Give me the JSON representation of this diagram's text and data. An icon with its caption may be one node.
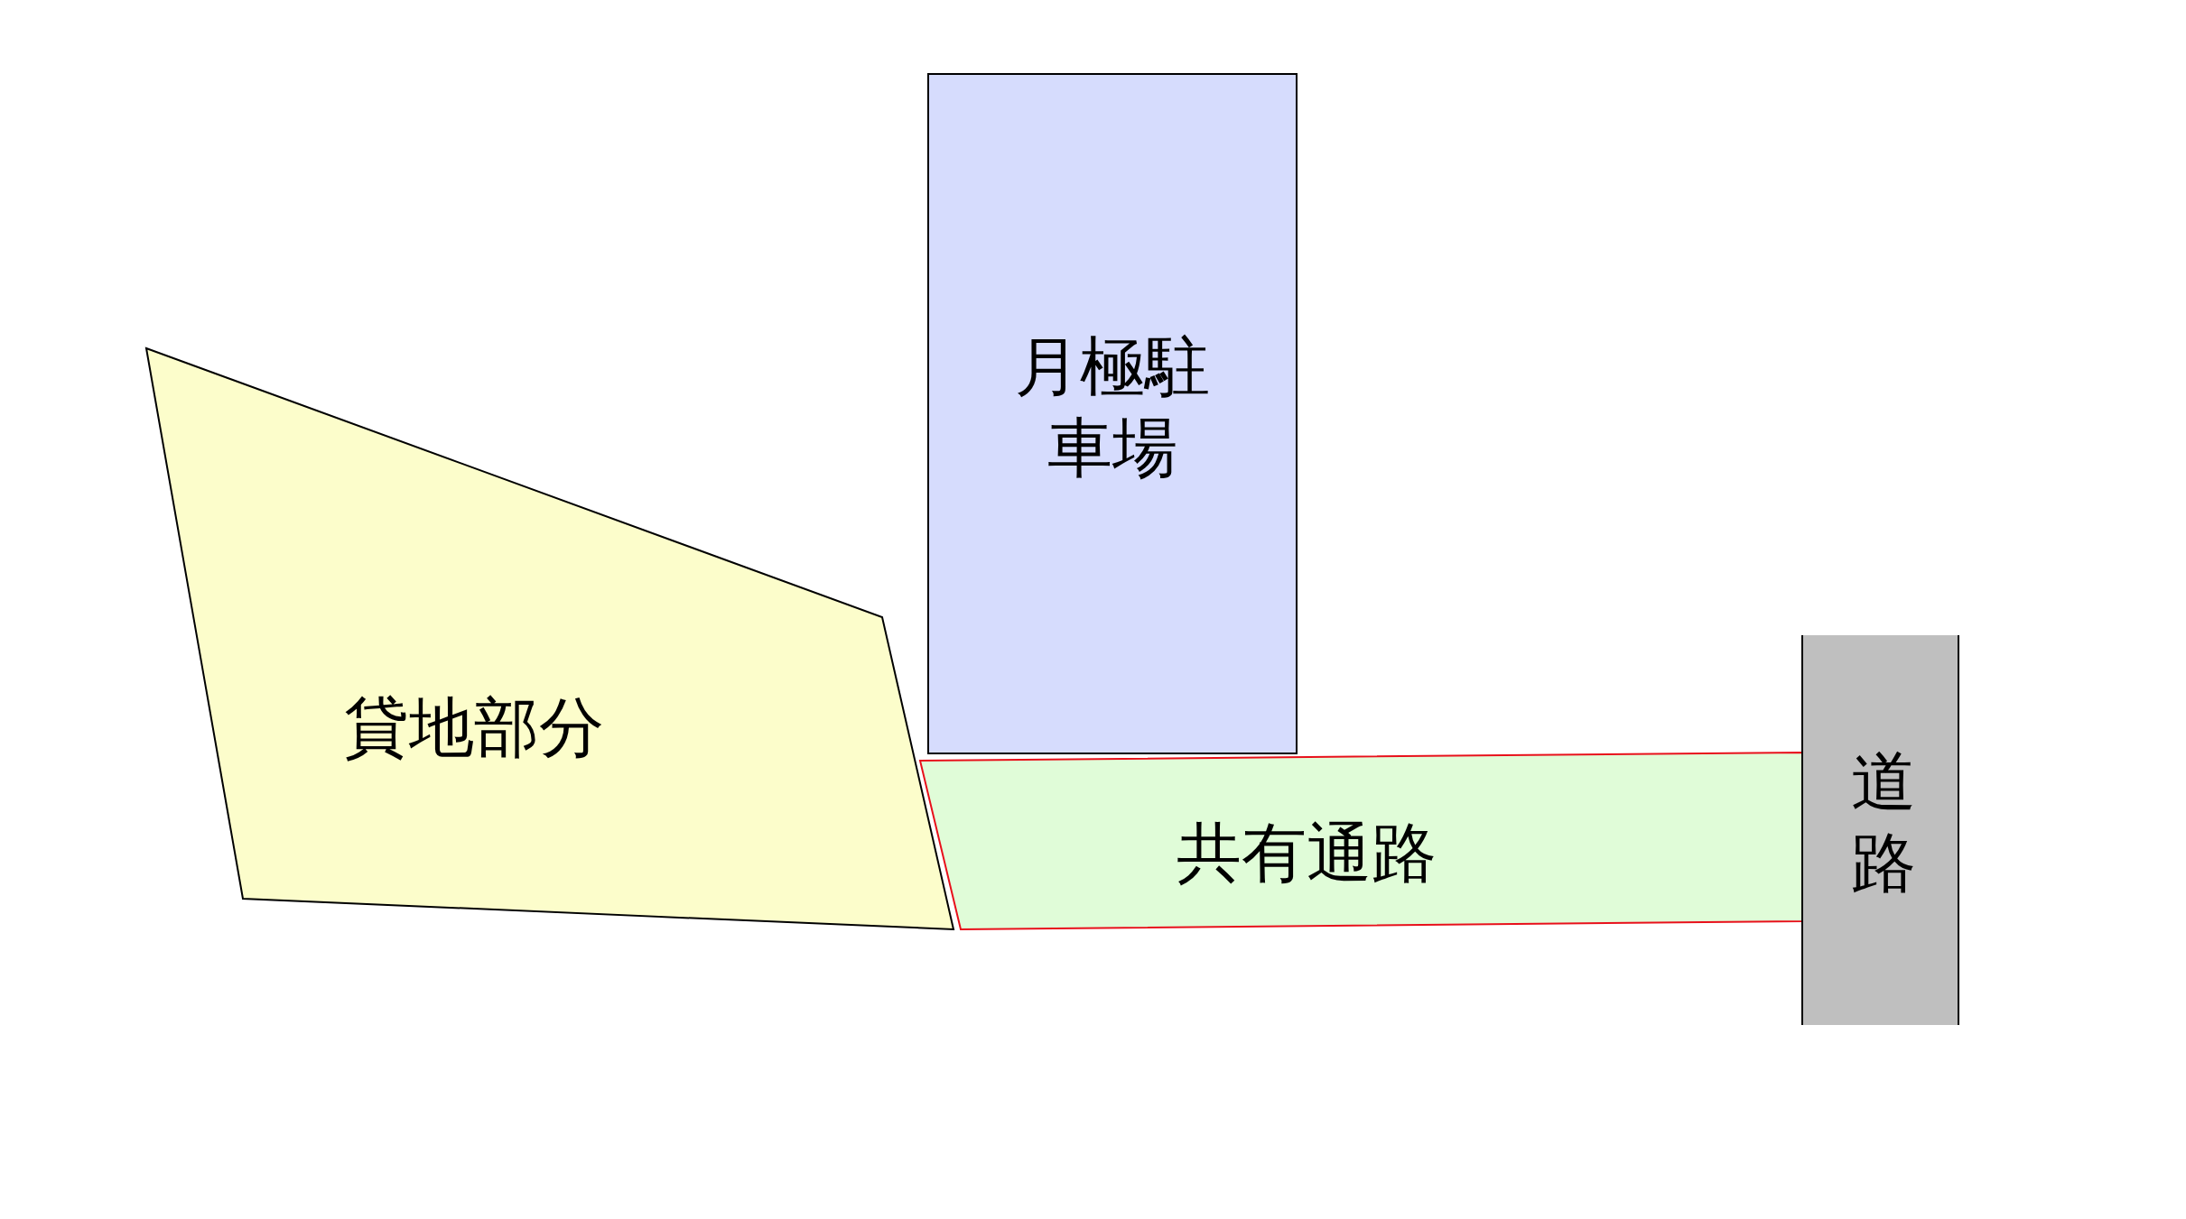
{
  "diagram": {
    "nodes": [
      {
        "text": [
          "貸地部分"
        ]
      },
      {
        "text": [
          "月極駐車場"
        ]
      },
      {
        "text": [
          "共有通路"
        ]
      },
      {
        "text": [
          "道路"
        ]
      }
    ]
  }
}
